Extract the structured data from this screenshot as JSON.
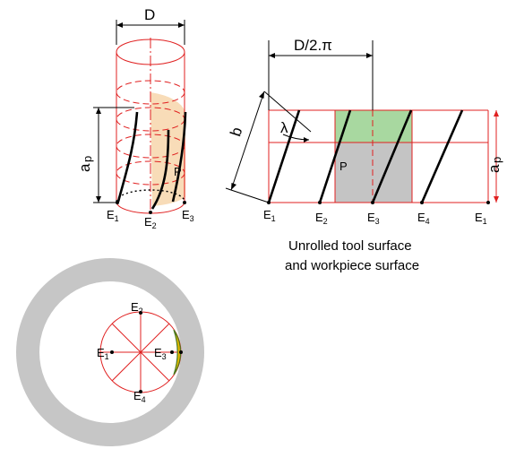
{
  "labels": {
    "D": "D",
    "D_over_2pi": "D/2.π",
    "b": "b",
    "lambda": "λ",
    "a": "a",
    "p_sub": "p",
    "P": "P",
    "E": "E",
    "sub1": "1",
    "sub2": "2",
    "sub3": "3",
    "sub4": "4"
  },
  "caption": {
    "line1": "Unrolled tool surface",
    "line2": "and workpiece surface"
  },
  "colors": {
    "construction_red": "#e02020",
    "cutting_edge": "#000000",
    "engaged_green": "#a8d8a0",
    "engaged_grey": "#c4c4c4",
    "contact_orange": "#f8dcb8",
    "chip_yellow": "#e6b800",
    "workpiece_grey": "#c6c6c6"
  }
}
